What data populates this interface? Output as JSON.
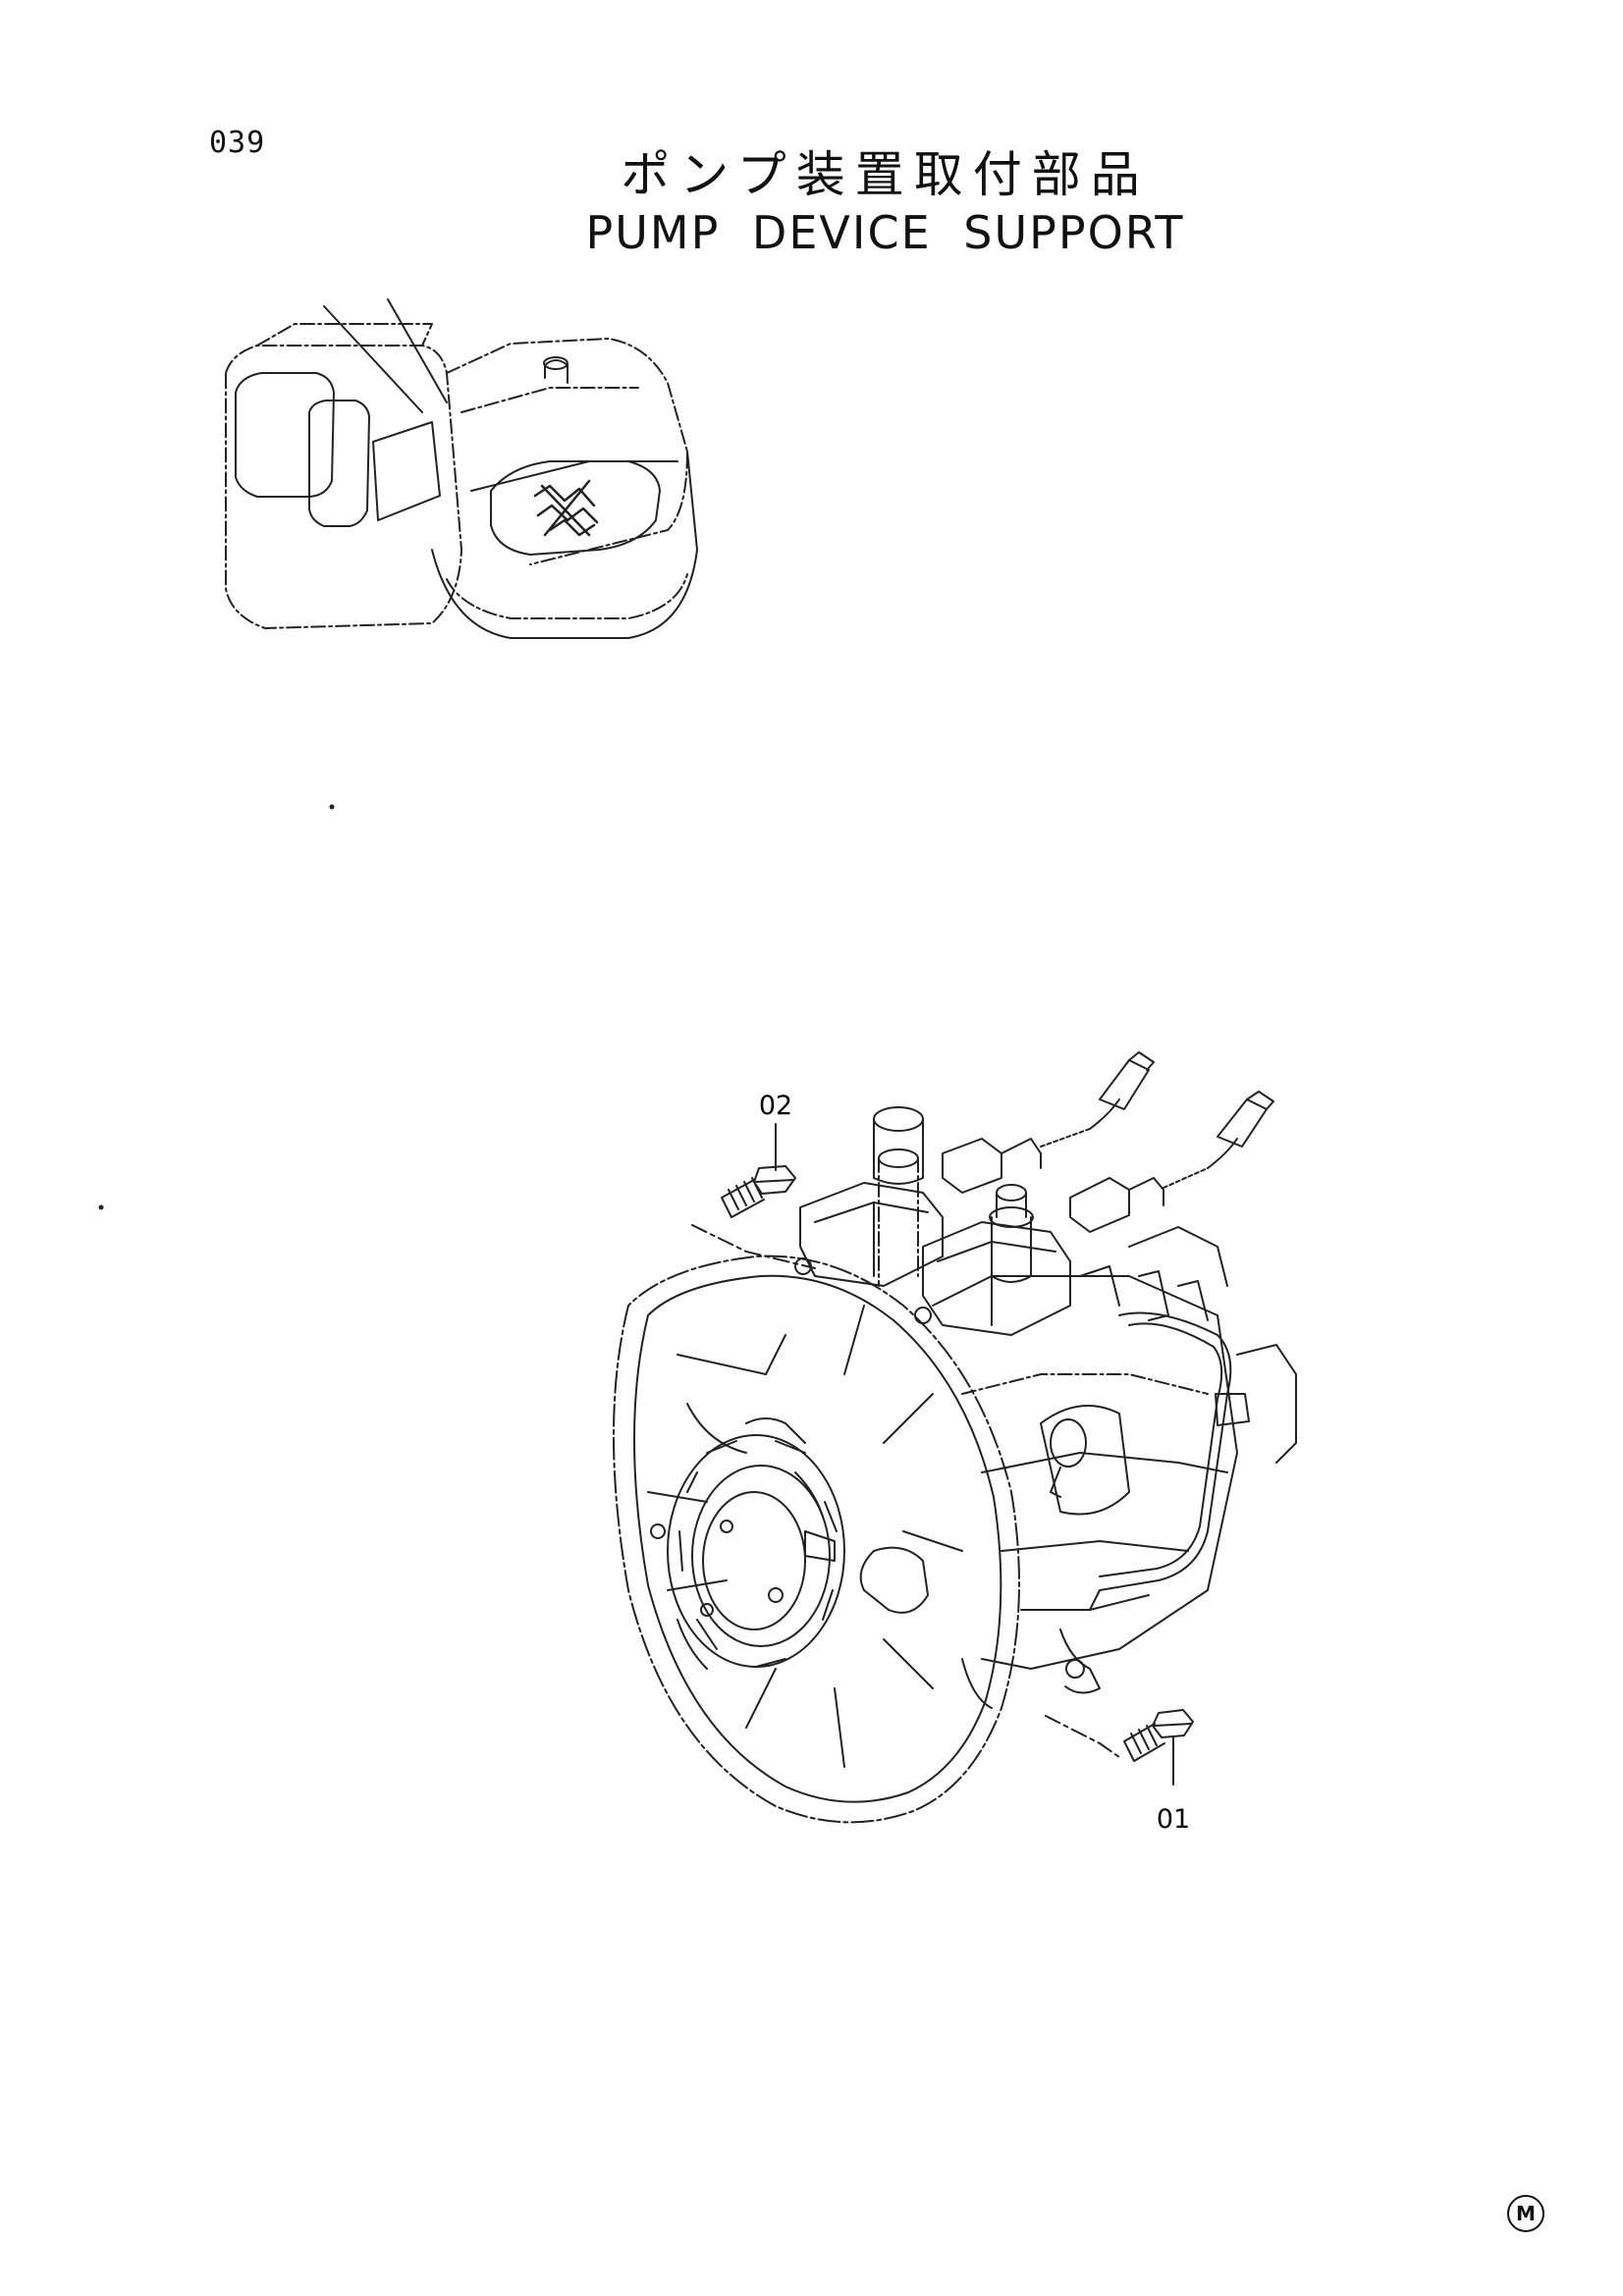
{
  "page": {
    "number": "039",
    "title_jp": "ポンプ装置取付部品",
    "title_en": "PUMP DEVICE SUPPORT",
    "mark": "M"
  },
  "callouts": [
    {
      "id": "02"
    },
    {
      "id": "01"
    }
  ],
  "figures": {
    "locator": "excavator-upper-structure-outline",
    "main": "hydraulic-pump-device-with-mounting-bolts"
  }
}
